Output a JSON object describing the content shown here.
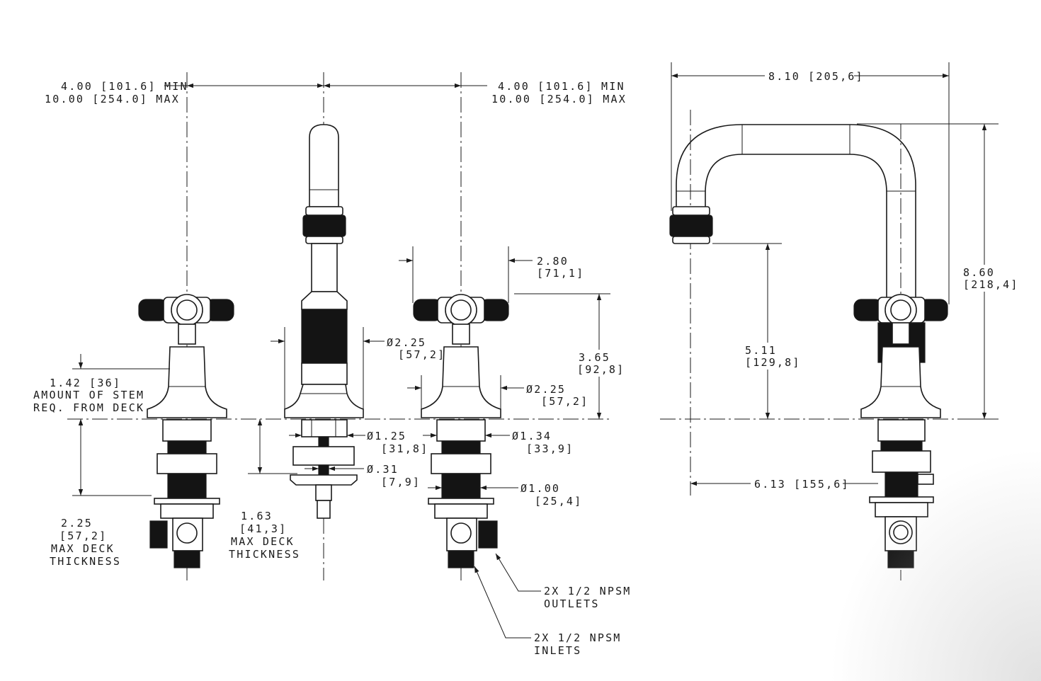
{
  "dimensions": {
    "spread_left_line1": "4.00 [101.6] MIN",
    "spread_left_line2": "10.00 [254.0] MAX",
    "spread_right_line1": "4.00 [101.6] MIN",
    "spread_right_line2": "10.00 [254.0] MAX",
    "spout_reach": "8.10 [205,6]",
    "handle_width_line1": "2.80",
    "handle_width_line2": "[71,1]",
    "handle_height_line1": "3.65",
    "handle_height_line2": "[92,8]",
    "spout_base_dia_line1": "Ø2.25",
    "spout_base_dia_line2": "[57,2]",
    "handle_base_dia_line1": "Ø2.25",
    "handle_base_dia_line2": "[57,2]",
    "stem_amount_line1": "1.42 [36]",
    "stem_amount_line2": "AMOUNT OF STEM",
    "stem_amount_line3": "REQ. FROM DECK",
    "deck_left_line1": "2.25",
    "deck_left_line2": "[57,2]",
    "deck_left_line3": "MAX DECK",
    "deck_left_line4": "THICKNESS",
    "deck_mid_line1": "1.63",
    "deck_mid_line2": "[41,3]",
    "deck_mid_line3": "MAX DECK",
    "deck_mid_line4": "THICKNESS",
    "shank_dia_line1": "Ø1.25",
    "shank_dia_line2": "[31,8]",
    "rod_dia_line1": "Ø.31",
    "rod_dia_line2": "[7,9]",
    "valve_shank_dia_line1": "Ø1.34",
    "valve_shank_dia_line2": "[33,9]",
    "valve_thread_dia_line1": "Ø1.00",
    "valve_thread_dia_line2": "[25,4]",
    "outlets_line1": "2X 1/2 NPSM",
    "outlets_line2": "OUTLETS",
    "inlets_line1": "2X 1/2 NPSM",
    "inlets_line2": "INLETS",
    "spout_height_line1": "5.11",
    "spout_height_line2": "[129,8]",
    "overall_height_line1": "8.60",
    "overall_height_line2": "[218,4]",
    "spout_center_to_valve": "6.13 [155,6]"
  }
}
